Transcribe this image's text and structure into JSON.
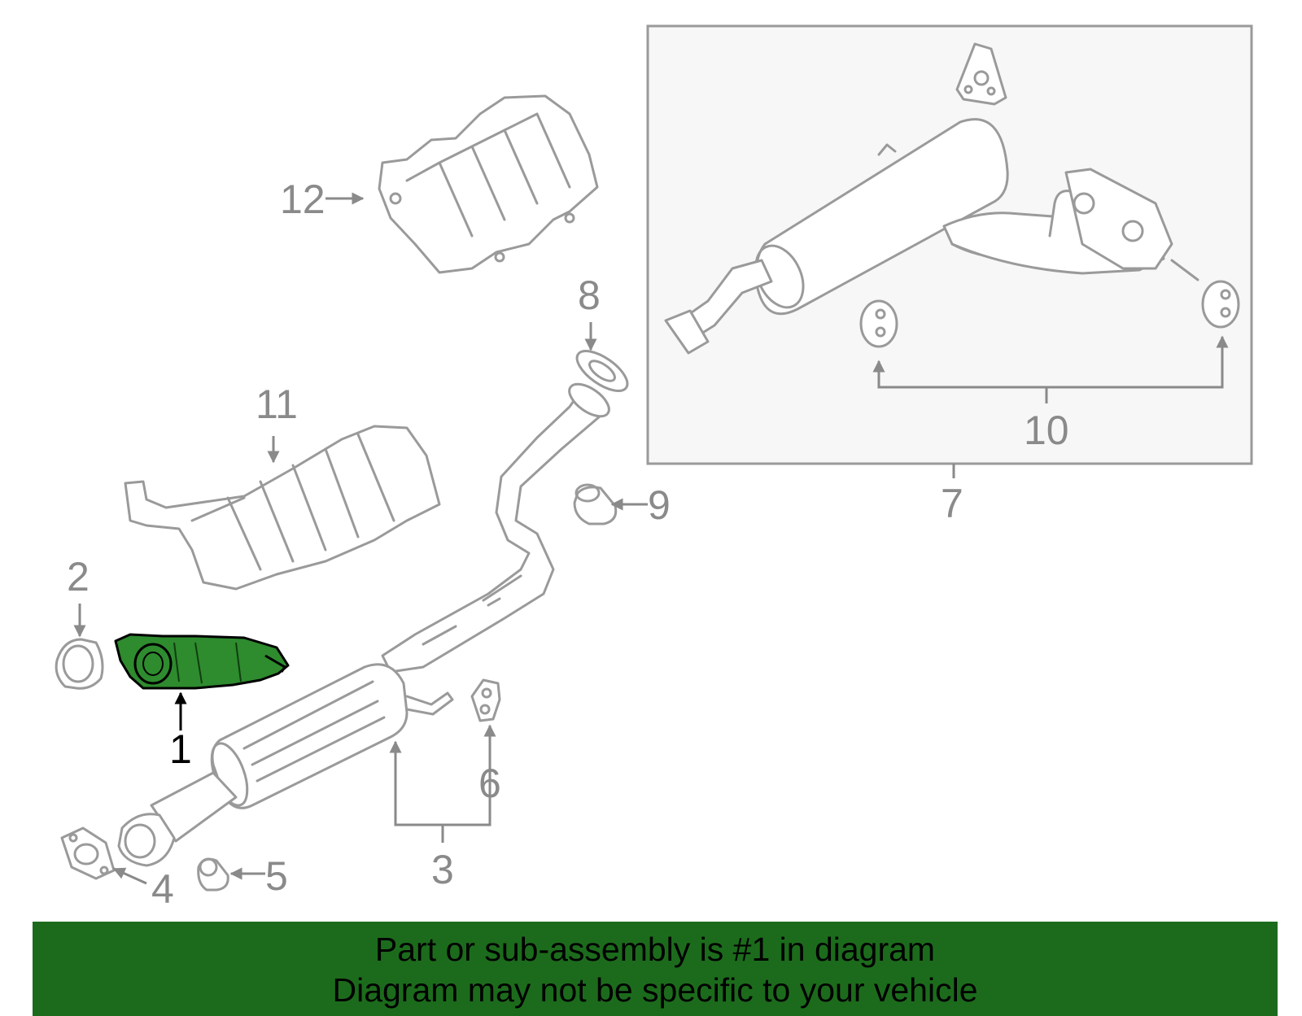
{
  "callouts": {
    "c1": "1",
    "c2": "2",
    "c3": "3",
    "c4": "4",
    "c5": "5",
    "c6": "6",
    "c7": "7",
    "c8": "8",
    "c9": "9",
    "c10": "10",
    "c11": "11",
    "c12": "12"
  },
  "highlighted_part": "1",
  "colors": {
    "highlight": "#2e8b2e",
    "banner_bg": "#1c6b1c",
    "inset_bg": "#f7f7f7",
    "line": "#9a9a9a"
  },
  "banner": {
    "line1": "Part or sub-assembly is #1 in diagram",
    "line2": "Diagram may not be specific to your vehicle"
  }
}
